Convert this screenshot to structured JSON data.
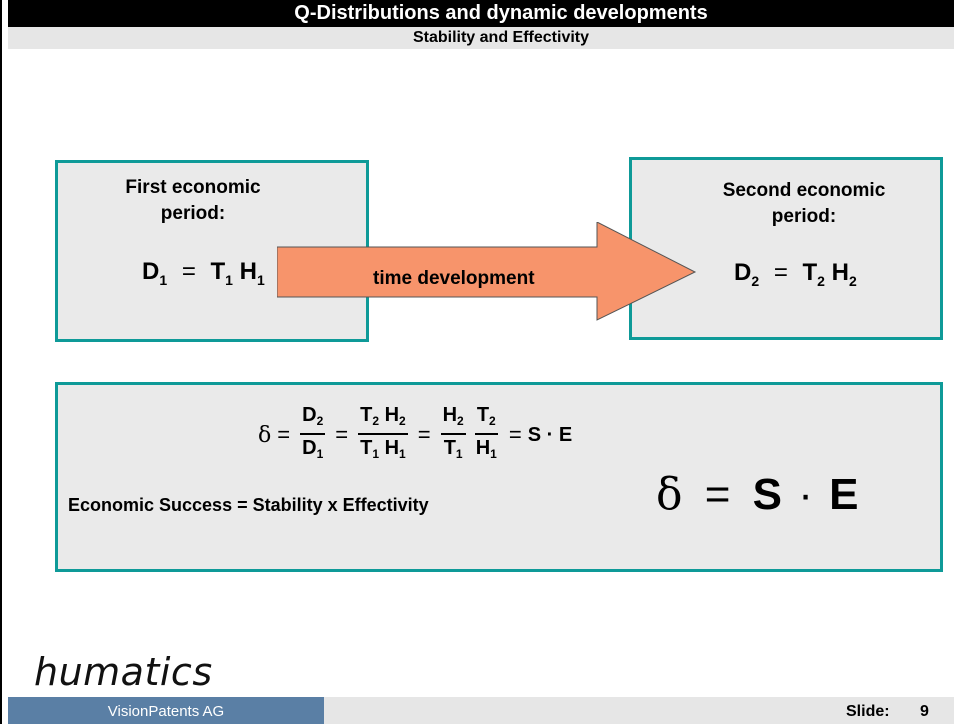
{
  "header": {
    "title": "Q-Distributions and dynamic developments",
    "subtitle": "Stability and Effectivity"
  },
  "period1": {
    "label": "First economic period:",
    "equation": {
      "lhs": "D",
      "lhs_sub": "1",
      "op": "=",
      "r1": "T",
      "r1_sub": "1",
      "r2": "H",
      "r2_sub": "1"
    }
  },
  "arrow": {
    "label": "time development",
    "color": "#f7946b"
  },
  "period2": {
    "label": "Second economic period:",
    "equation": {
      "lhs": "D",
      "lhs_sub": "2",
      "op": "=",
      "r1": "T",
      "r1_sub": "2",
      "r2": "H",
      "r2_sub": "2"
    }
  },
  "formula": {
    "delta": "δ",
    "eq": "=",
    "f1": {
      "num": "D",
      "num_sub": "2",
      "den": "D",
      "den_sub": "1"
    },
    "f2": {
      "num1": "T",
      "num1_sub": "2",
      "num2": "H",
      "num2_sub": "2",
      "den1": "T",
      "den1_sub": "1",
      "den2": "H",
      "den2_sub": "1"
    },
    "f3": {
      "num": "H",
      "num_sub": "2",
      "den": "T",
      "den_sub": "1"
    },
    "f4": {
      "num": "T",
      "num_sub": "2",
      "den": "H",
      "den_sub": "1"
    },
    "result": "S · E",
    "caption": "Economic Success = Stability x Effectivity",
    "big": {
      "delta": "δ",
      "eq": "=",
      "s": "S",
      "dot": "·",
      "e": "E"
    }
  },
  "footer": {
    "logo": "humatics",
    "company": "VisionPatents AG",
    "slide_label": "Slide:",
    "slide_number": "9"
  },
  "colors": {
    "box_border": "#0e9a98",
    "box_fill": "#eaeaea",
    "company_bar": "#5a7fa5",
    "arrow_fill": "#f7946b"
  }
}
